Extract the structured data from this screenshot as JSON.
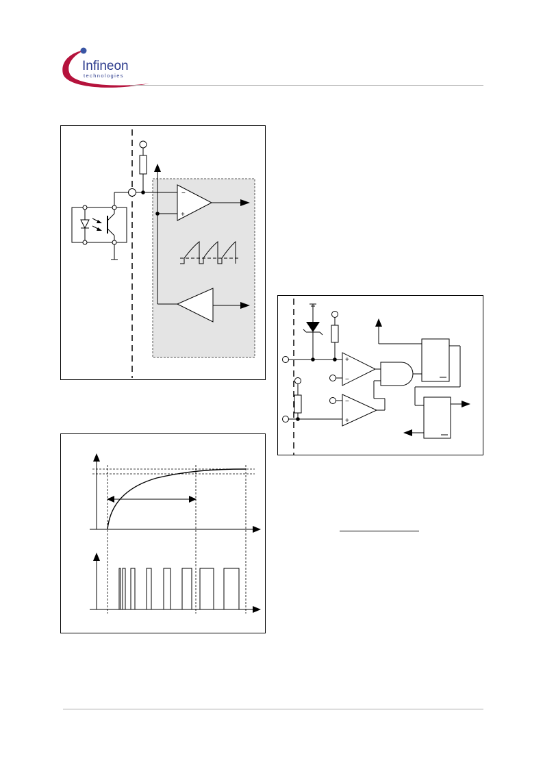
{
  "header": {
    "logo": {
      "brand_name": "Infineon",
      "tagline": "technologies",
      "colors": {
        "swoosh": "#b5123c",
        "dot": "#3a55a4",
        "text": "#2b3a8c"
      }
    }
  },
  "figures": [
    {
      "id": "optocoupler-feedback",
      "kind": "circuit-diagram",
      "labels": []
    },
    {
      "id": "comparator-logic",
      "kind": "circuit-diagram",
      "labels": []
    },
    {
      "id": "soft-start-timing",
      "kind": "timing-diagram",
      "labels": []
    }
  ],
  "colors": {
    "shaded_block": "#e4e4e4",
    "line": "#000000",
    "rule": "#a8a8a8"
  }
}
